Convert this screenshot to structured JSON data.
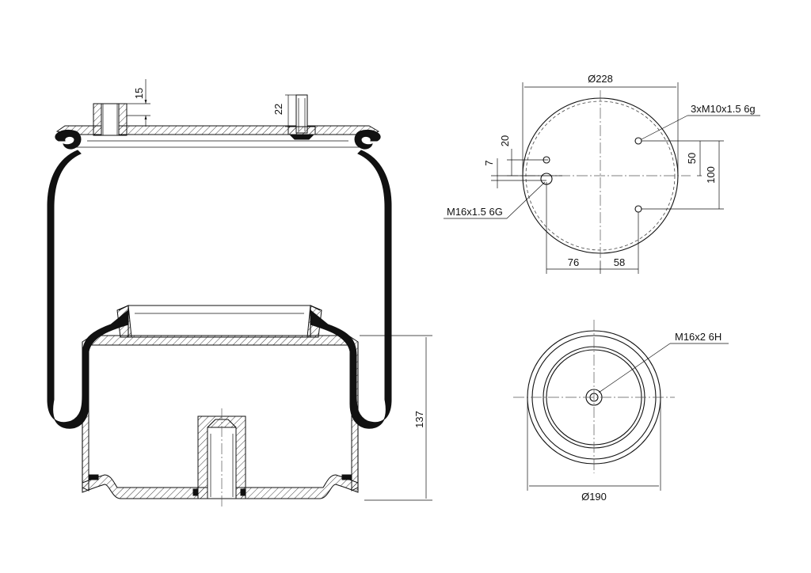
{
  "dimensions": {
    "top_boss_height": "15",
    "top_stud_height": "22",
    "overall_height": "137",
    "bead_plate_diameter": "Ø228",
    "mounting_holes": "3xM10x1.5 6g",
    "hole_offset_20": "20",
    "hole_offset_7": "7",
    "hole_spacing_50": "50",
    "hole_spacing_100": "100",
    "center_port": "M16x1.5 6G",
    "offset_76": "76",
    "offset_58": "58",
    "piston_thread": "M16x2 6H",
    "piston_diameter": "Ø190"
  }
}
